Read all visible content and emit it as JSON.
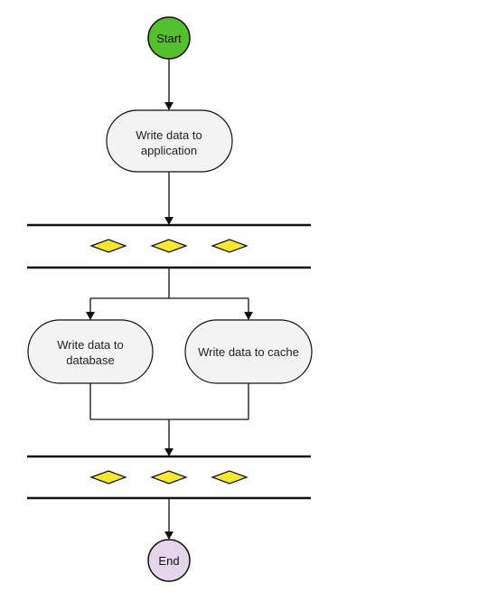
{
  "diagram": {
    "start": {
      "label": "Start"
    },
    "end": {
      "label": "End"
    },
    "step_application": {
      "line1": "Write data to",
      "line2": "application"
    },
    "step_database": {
      "line1": "Write data to",
      "line2": "database"
    },
    "step_cache": {
      "label": "Write data to cache"
    }
  },
  "colors": {
    "start_fill": "#55c02e",
    "end_fill": "#e3d5ea",
    "process_fill": "#f3f3f3",
    "diamond_fill": "#f5e732",
    "line": "#111111"
  }
}
